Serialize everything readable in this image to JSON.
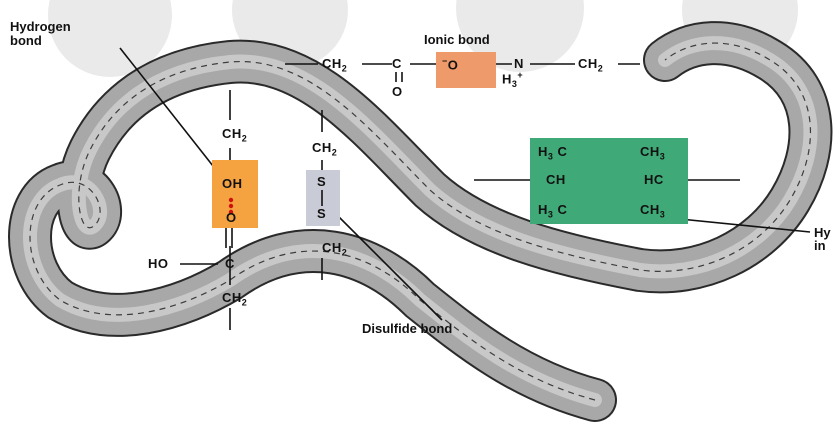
{
  "labels": {
    "hydrogen_bond": "Hydrogen bond",
    "ionic_bond": "Ionic bond",
    "disulfide_bond": "Disulfide bond",
    "hydrophobic_cut": "Hy\nin"
  },
  "chem": {
    "ch2": "CH",
    "two": "2",
    "c": "C",
    "o": "O",
    "minus_o": "O",
    "n": "N",
    "h3plus": "H",
    "s": "S",
    "ho": "HO",
    "oh": "OH",
    "h3c": "H",
    "ch": "CH",
    "hc": "HC",
    "ch3": "CH",
    "three": "3",
    "plus": "+",
    "minus": "−"
  },
  "colors": {
    "ionic_box": "#ee9a6a",
    "hbond_box": "#f4a340",
    "disulfide_box": "#c9ccd6",
    "hydrophobic_box": "#3faa78",
    "hbond_dots": "#d01010",
    "chain_fill": "#9a9a9a",
    "chain_stroke": "#2a2a2a"
  }
}
